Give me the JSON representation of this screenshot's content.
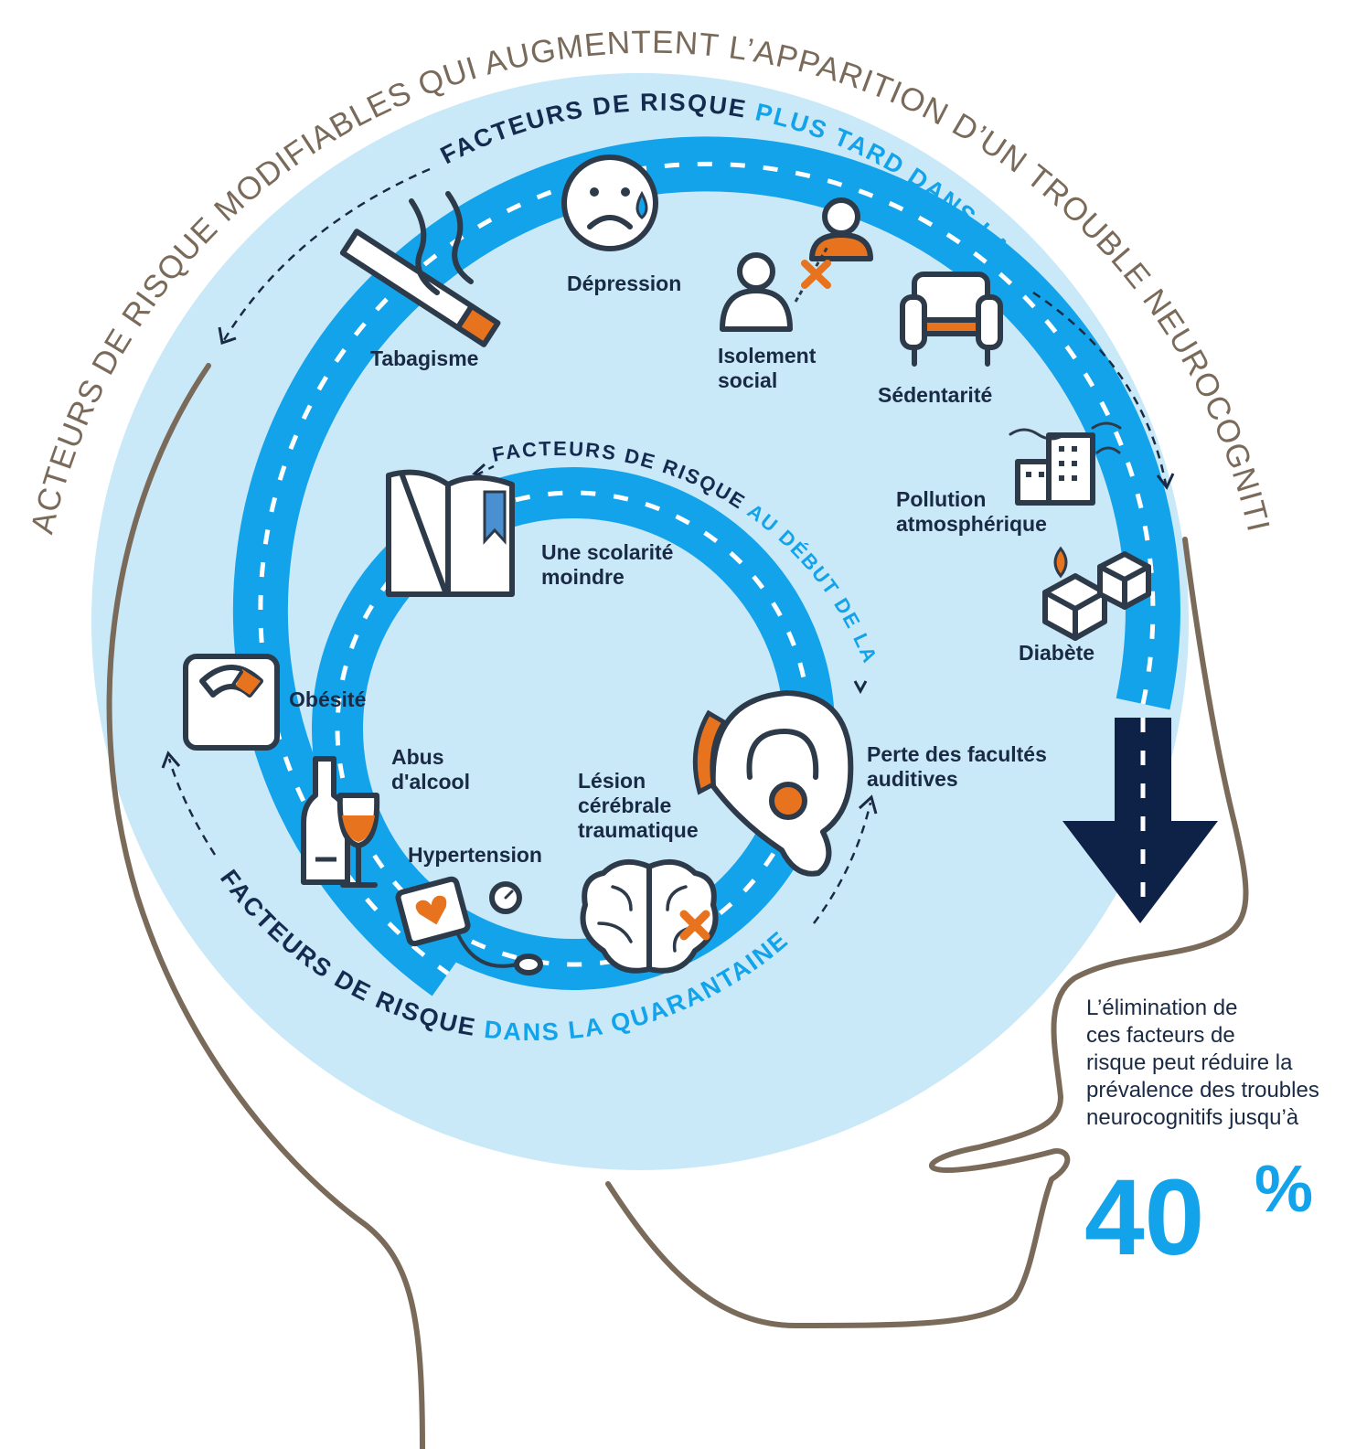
{
  "title": "FACTEURS DE RISQUE MODIFIABLES QUI AUGMENTENT L’APPARITION D’UN TROUBLE NEUROCOGNITIF",
  "groups": {
    "late": {
      "dark": "FACTEURS DE RISQUE ",
      "light": "PLUS TARD DANS LA VIE"
    },
    "early": {
      "dark": "FACTEURS DE RISQUE ",
      "light": "AU DÉBUT DE LA VIE"
    },
    "mid": {
      "dark": "FACTEURS DE RISQUE ",
      "light": "DANS LA QUARANTAINE"
    }
  },
  "factors": {
    "depression": [
      "Dépression"
    ],
    "isolation": [
      "Isolement",
      "social"
    ],
    "sedentarity": [
      "Sédentarité"
    ],
    "smoking": [
      "Tabagisme"
    ],
    "pollution": [
      "Pollution",
      "atmosphérique"
    ],
    "diabetes": [
      "Diabète"
    ],
    "schooling": [
      "Une scolarité",
      "moindre"
    ],
    "obesity": [
      "Obésité"
    ],
    "alcohol": [
      "Abus",
      "d'alcool"
    ],
    "hypertension": [
      "Hypertension"
    ],
    "brain_injury": [
      "Lésion",
      "cérébrale",
      "traumatique"
    ],
    "hearing": [
      "Perte des facultés",
      "auditives"
    ]
  },
  "claim": {
    "lines": [
      "L’élimination de",
      "ces facteurs de",
      "risque peut réduire la",
      "prévalence des troubles",
      "neurocognitifs jusqu’à"
    ],
    "percent_value": "40",
    "percent_sign": "%"
  },
  "colors": {
    "head_fill": "#c9e8f8",
    "track_blue": "#12a3ea",
    "dark_navy": "#0e2147",
    "accent_orange": "#e8731f",
    "outline_brown": "#7a6a5a"
  }
}
